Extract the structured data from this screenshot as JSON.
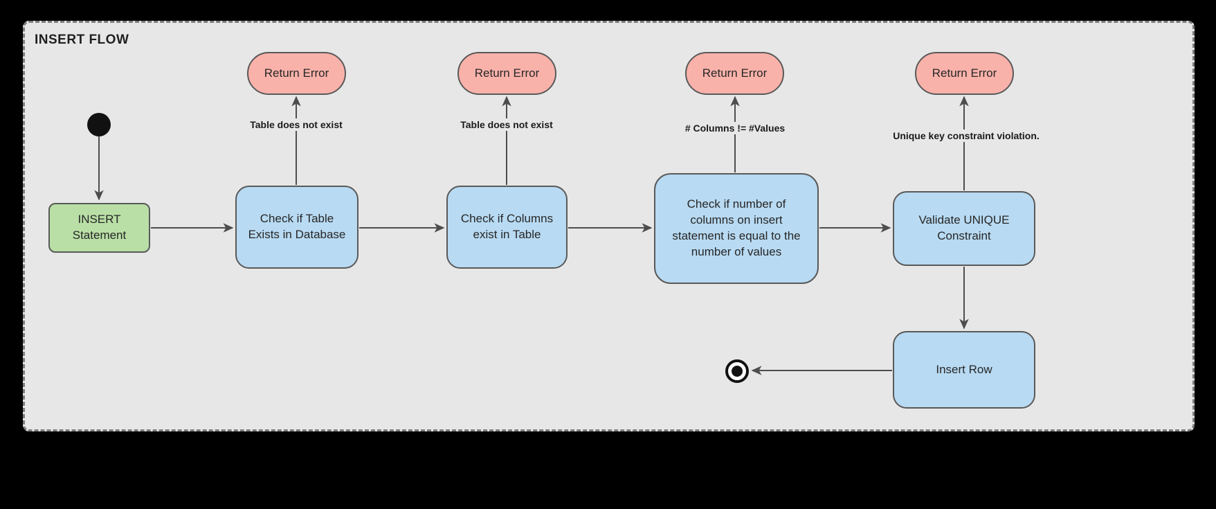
{
  "diagram": {
    "title": "INSERT FLOW",
    "colors": {
      "outer_bg": "#000000",
      "container_bg": "#e7e7e7",
      "action_green": "#b9dfa6",
      "process_blue": "#b8daf2",
      "error_pink": "#f9b2aa",
      "stroke": "#595959",
      "arrow": "#4d4d4d",
      "text": "#262626"
    },
    "nodes": {
      "insert_statement": {
        "label": "INSERT Statement"
      },
      "check_table": {
        "label": "Check if Table Exists in Database"
      },
      "check_columns": {
        "label": "Check if Columns exist in Table"
      },
      "check_count": {
        "label": "Check if number of columns on insert statement is equal to the number of values"
      },
      "validate_unique": {
        "label": "Validate UNIQUE Constraint"
      },
      "insert_row": {
        "label": "Insert Row"
      },
      "return_error_1": {
        "label": "Return Error"
      },
      "return_error_2": {
        "label": "Return Error"
      },
      "return_error_3": {
        "label": "Return Error"
      },
      "return_error_4": {
        "label": "Return Error"
      }
    },
    "edges": {
      "table_not_exist_1": "Table does not exist",
      "table_not_exist_2": "Table does not exist",
      "columns_values_mismatch": "# Columns != #Values",
      "unique_violation": "Unique key constraint violation."
    }
  }
}
